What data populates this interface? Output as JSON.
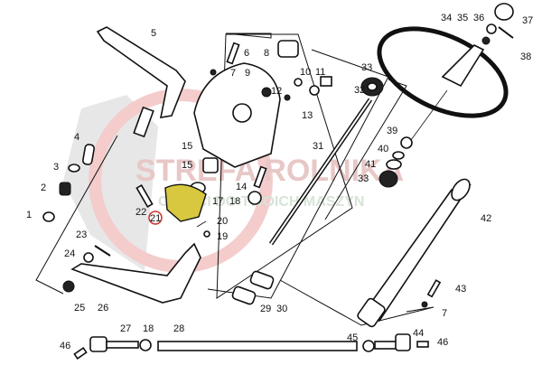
{
  "diagram": {
    "title": "Steering system exploded view",
    "highlighted_part": "21",
    "highlight_color": "#d8c840",
    "highlight_circle_color": "#d03030",
    "watermark": {
      "brand": "STREFA ROLNIKA",
      "tagline": "CZĘŚCI DO TWOICH MASZYN",
      "color": "#e8b0b0"
    },
    "labels": [
      "1",
      "2",
      "3",
      "4",
      "5",
      "6",
      "7",
      "8",
      "9",
      "10",
      "11",
      "12",
      "13",
      "14",
      "15",
      "15",
      "17",
      "18",
      "19",
      "20",
      "21",
      "22",
      "23",
      "24",
      "25",
      "26",
      "27",
      "18",
      "28",
      "29",
      "30",
      "31",
      "32",
      "33",
      "33",
      "34",
      "35",
      "36",
      "37",
      "38",
      "39",
      "40",
      "41",
      "42",
      "43",
      "7",
      "44",
      "45",
      "46",
      "46"
    ]
  }
}
